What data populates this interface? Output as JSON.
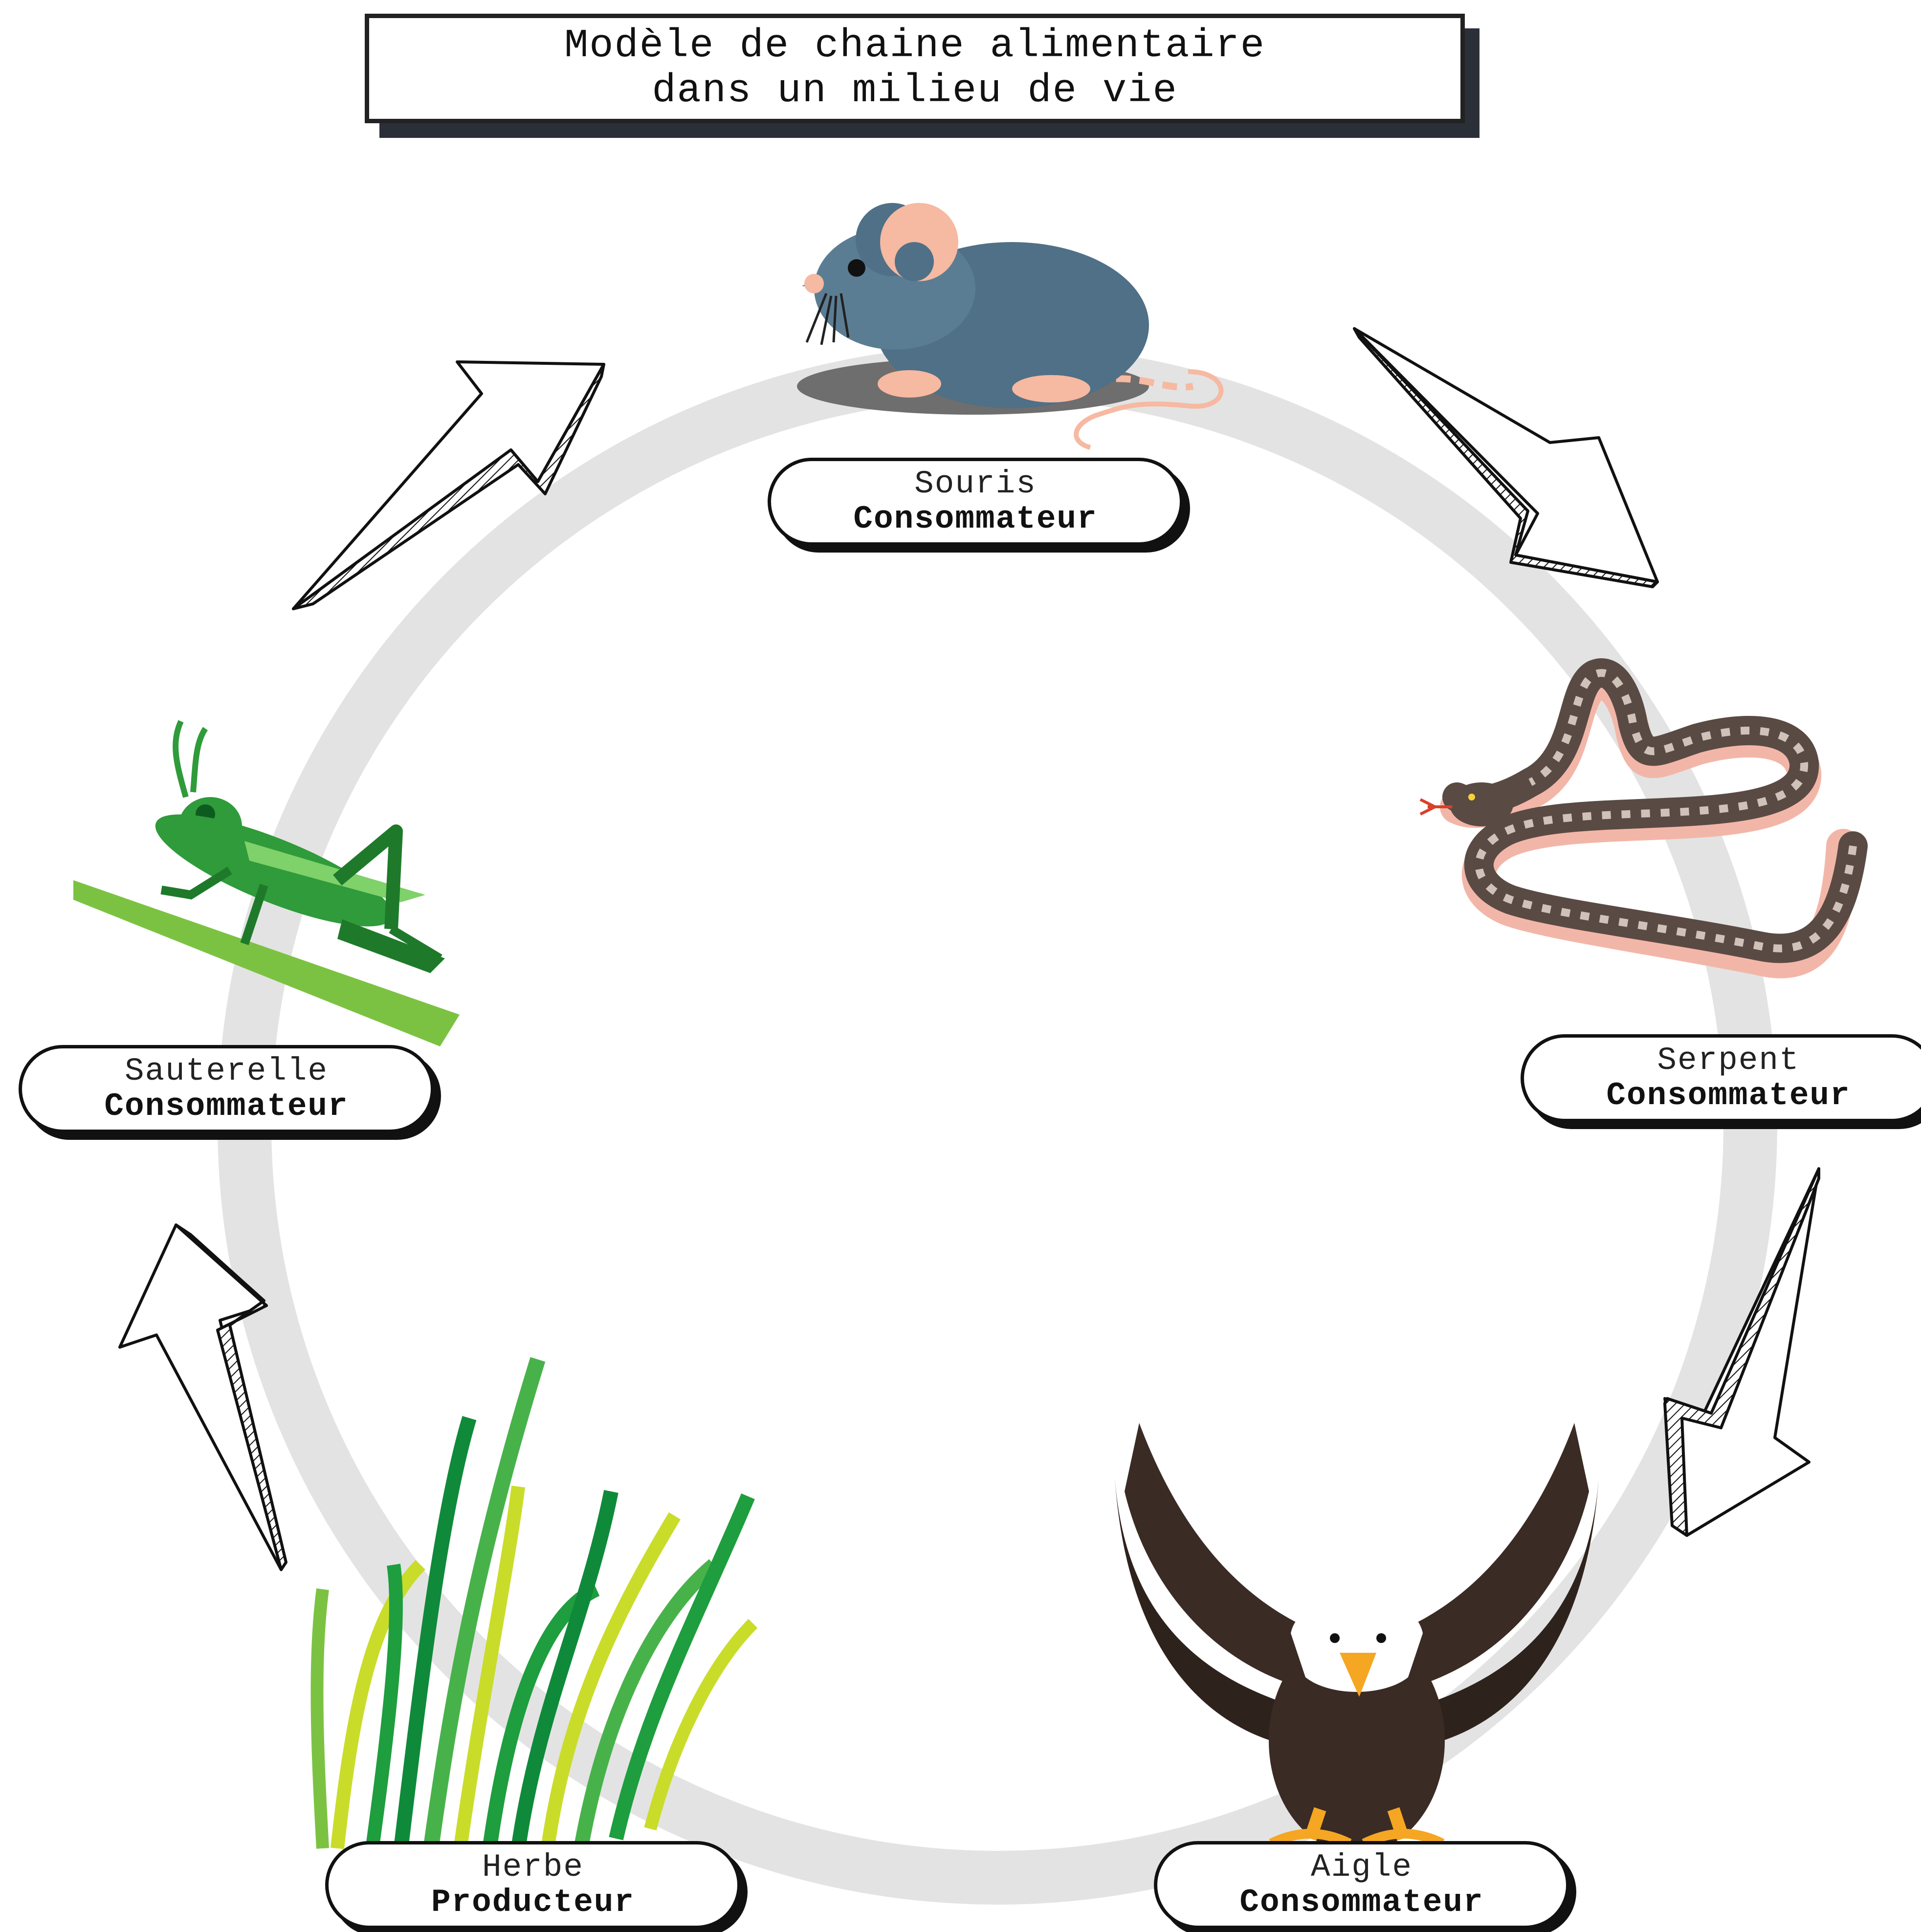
{
  "title": {
    "line1": "Modèle de chaine alimentaire",
    "line2": "dans un milieu de vie"
  },
  "nodes": [
    {
      "id": "souris",
      "name": "Souris",
      "role": "Consommateur",
      "icon": "mouse-icon"
    },
    {
      "id": "serpent",
      "name": "Serpent",
      "role": "Consommateur",
      "icon": "snake-icon"
    },
    {
      "id": "aigle",
      "name": "Aigle",
      "role": "Consommateur",
      "icon": "eagle-icon"
    },
    {
      "id": "herbe",
      "name": "Herbe",
      "role": "Producteur",
      "icon": "grass-icon"
    },
    {
      "id": "sauterelle",
      "name": "Sauterelle",
      "role": "Consommateur",
      "icon": "grasshopper-icon"
    }
  ],
  "edges": [
    {
      "from": "herbe",
      "to": "sauterelle"
    },
    {
      "from": "sauterelle",
      "to": "souris"
    },
    {
      "from": "souris",
      "to": "serpent"
    },
    {
      "from": "serpent",
      "to": "aigle"
    }
  ],
  "colors": {
    "ring": "#e3e3e3",
    "mouse_body": "#4f7086",
    "mouse_ear": "#f6b9a1",
    "grasshopper": "#2f9b3a",
    "stem": "#7cc242",
    "snake": "#5a4a44",
    "snake_belly": "#f2b6a8",
    "eagle": "#3a2b24",
    "beak": "#f5a623",
    "grass_dark": "#0f8a3a",
    "grass_light": "#c9dc2a"
  }
}
